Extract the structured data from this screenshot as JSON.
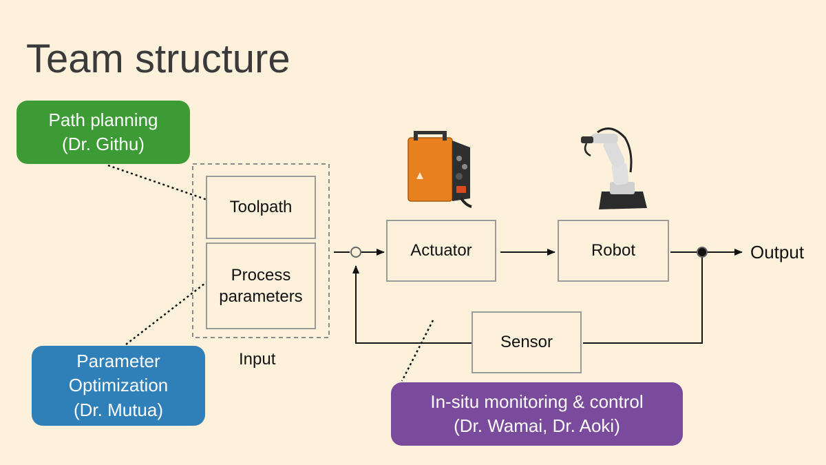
{
  "title": "Team structure",
  "colors": {
    "background": "#fdf1dc",
    "path_planning": "#3d9b35",
    "parameter_optimization": "#2f7fb8",
    "in_situ": "#7a4b9c",
    "box_border": "#9a9a9a"
  },
  "teams": {
    "path_planning": {
      "line1": "Path planning",
      "line2": "(Dr. Githu)"
    },
    "parameter_optimization": {
      "line1": "Parameter",
      "line2": "Optimization",
      "line3": "(Dr. Mutua)"
    },
    "in_situ": {
      "line1": "In-situ monitoring & control",
      "line2": "(Dr. Wamai, Dr. Aoki)"
    }
  },
  "blocks": {
    "toolpath": "Toolpath",
    "process_line1": "Process",
    "process_line2": "parameters",
    "input_label": "Input",
    "actuator": "Actuator",
    "robot": "Robot",
    "sensor": "Sensor",
    "output": "Output"
  },
  "images": {
    "actuator_image": "welding-power-source-icon",
    "robot_image": "robot-arm-icon"
  }
}
